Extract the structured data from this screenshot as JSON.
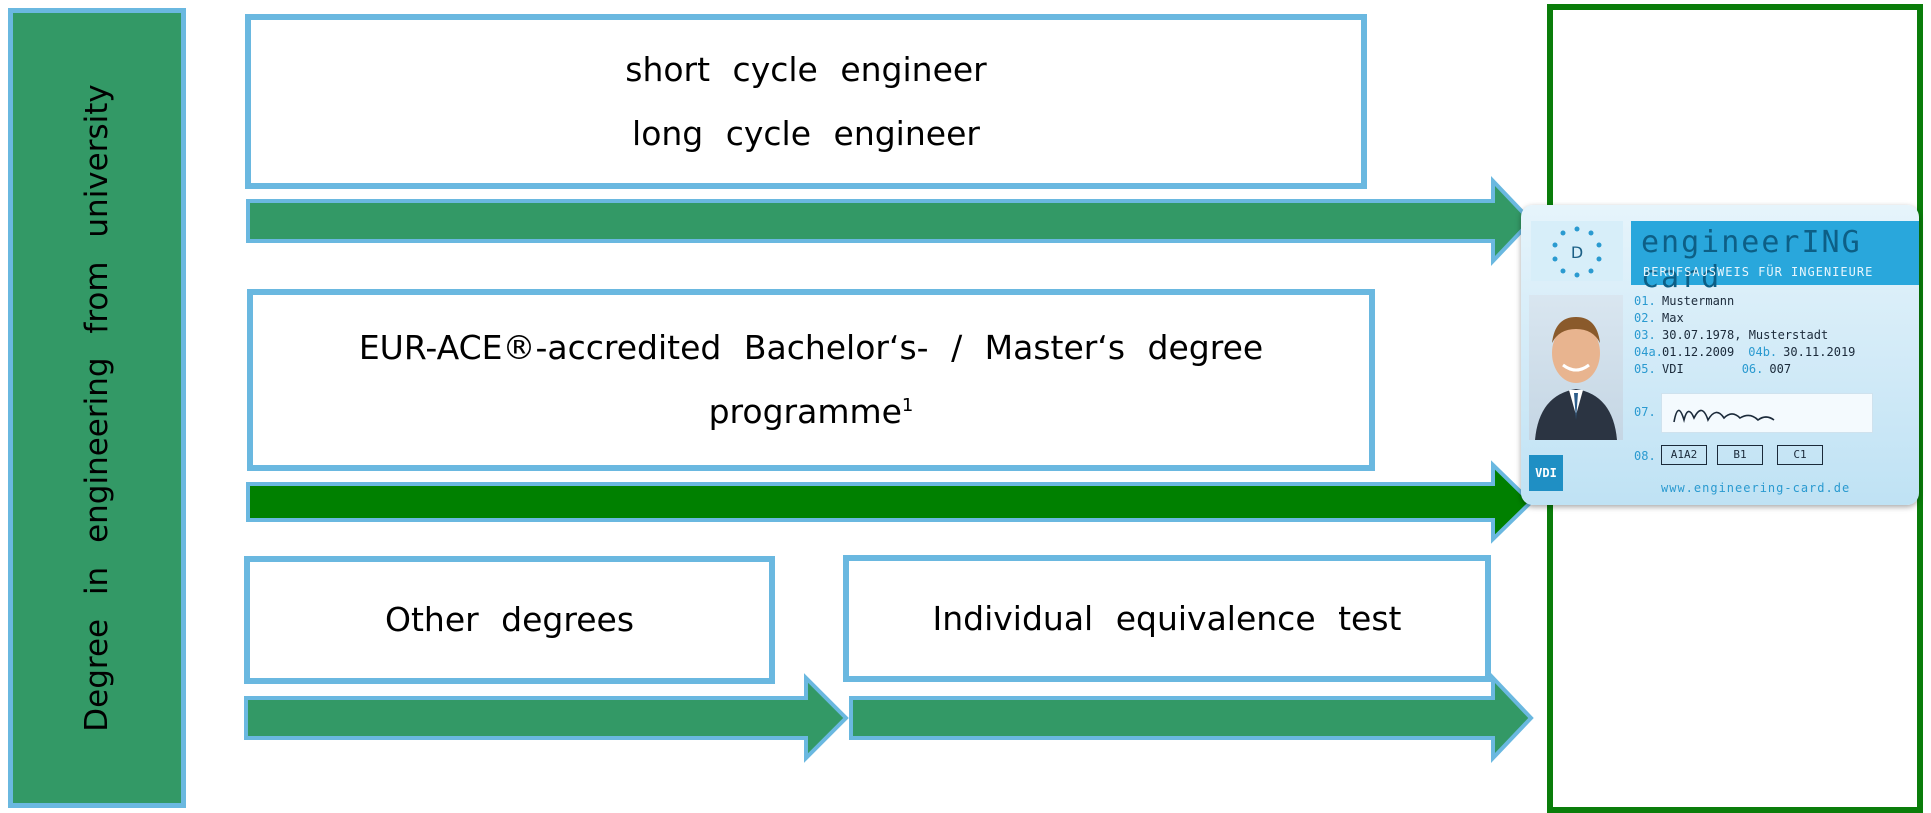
{
  "sidebar": {
    "label": "Degree in engineering from university"
  },
  "boxes": {
    "box1_line1": "short cycle engineer",
    "box1_line2": "long cycle engineer",
    "box2_text": "EUR-ACE®-accredited Bachelor‘s- / Master‘s degree",
    "box2_text_line2": "programme",
    "box2_footnote": "1",
    "box3_text": "Other degrees",
    "box4_text": "Individual equivalence test"
  },
  "card": {
    "title": "engineerING card",
    "subtitle": "BERUFSAUSWEIS FÜR INGENIEURE",
    "seal_letter": "D",
    "fields": [
      {
        "num": "01.",
        "value": "Mustermann"
      },
      {
        "num": "02.",
        "value": "Max"
      },
      {
        "num": "03.",
        "value": "30.07.1978, Musterstadt"
      },
      {
        "num": "04a.",
        "value": "01.12.2009",
        "num2": "04b.",
        "value2": "30.11.2019"
      },
      {
        "num": "05.",
        "value": "VDI",
        "num2": "06.",
        "value2": "007"
      }
    ],
    "sig_label": "07.",
    "cat_label": "08.",
    "categories": [
      "A1A2",
      "B1",
      "C1"
    ],
    "logo": "VDI",
    "url": "www.engineering-card.de"
  },
  "colors": {
    "arrow_green": "#339966",
    "arrow_dark_green": "#008000",
    "border_blue": "#6ab8e0",
    "frame_green": "#0a7d0a"
  }
}
